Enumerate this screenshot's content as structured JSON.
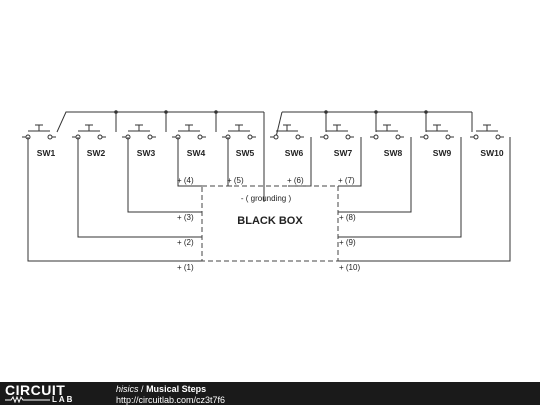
{
  "diagram": {
    "switches": [
      "SW1",
      "SW2",
      "SW3",
      "SW4",
      "SW5",
      "SW6",
      "SW7",
      "SW8",
      "SW9",
      "SW10"
    ],
    "black_box_label": "BLACK BOX",
    "grounding_label": "- ( grounding )",
    "pins": [
      "+ (1)",
      "+ (2)",
      "+ (3)",
      "+ (4)",
      "+ (5)",
      "+ (6)",
      "+ (7)",
      "+ (8)",
      "+ (9)",
      "+ (10)"
    ]
  },
  "footer": {
    "logo_text": "CIRCUIT",
    "logo_sub": "LAB",
    "author": "hisics",
    "separator": "/",
    "title": "Musical Steps",
    "url": "http://circuitlab.com/cz3t7f6"
  }
}
